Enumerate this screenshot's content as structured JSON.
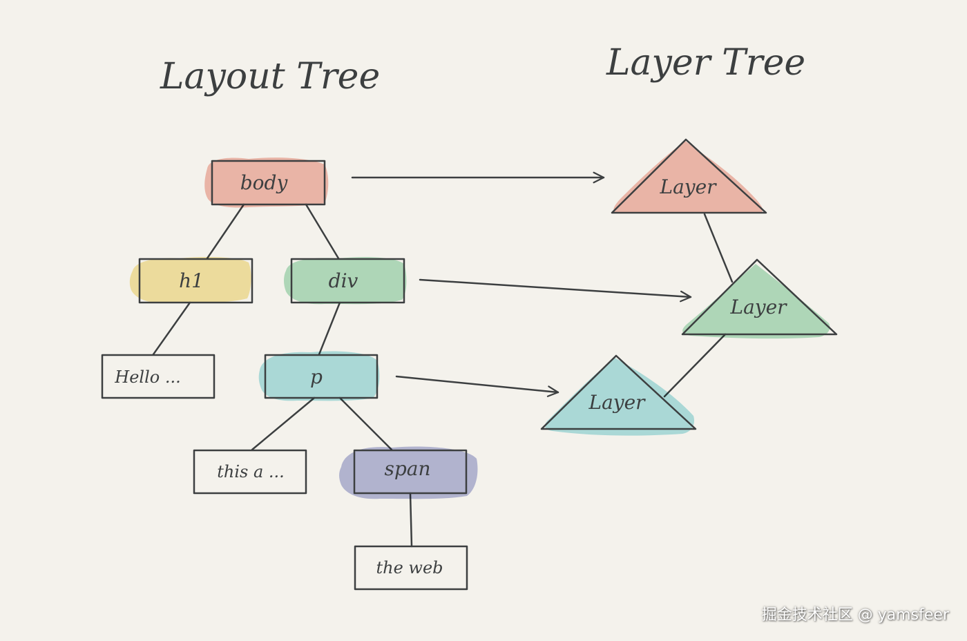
{
  "titles": {
    "layout_tree": "Layout Tree",
    "layer_tree": "Layer Tree"
  },
  "layout_nodes": {
    "body": "body",
    "h1": "h1",
    "div": "div",
    "hello": "Hello ...",
    "p": "p",
    "this_is_a": "this a ...",
    "span": "span",
    "the_web": "the web"
  },
  "layers": {
    "top": "Layer",
    "middle": "Layer",
    "bottom": "Layer"
  },
  "colors": {
    "body_highlight": "#f2b3a6",
    "h1_highlight": "#f6e39a",
    "div_highlight": "#a9ddbc",
    "p_highlight": "#a5dfe4",
    "span_highlight": "#adb1d9",
    "ink": "#3c3f40",
    "paper": "#f4f2ec"
  },
  "watermark": "掘金技术社区 @ yamsfeer"
}
